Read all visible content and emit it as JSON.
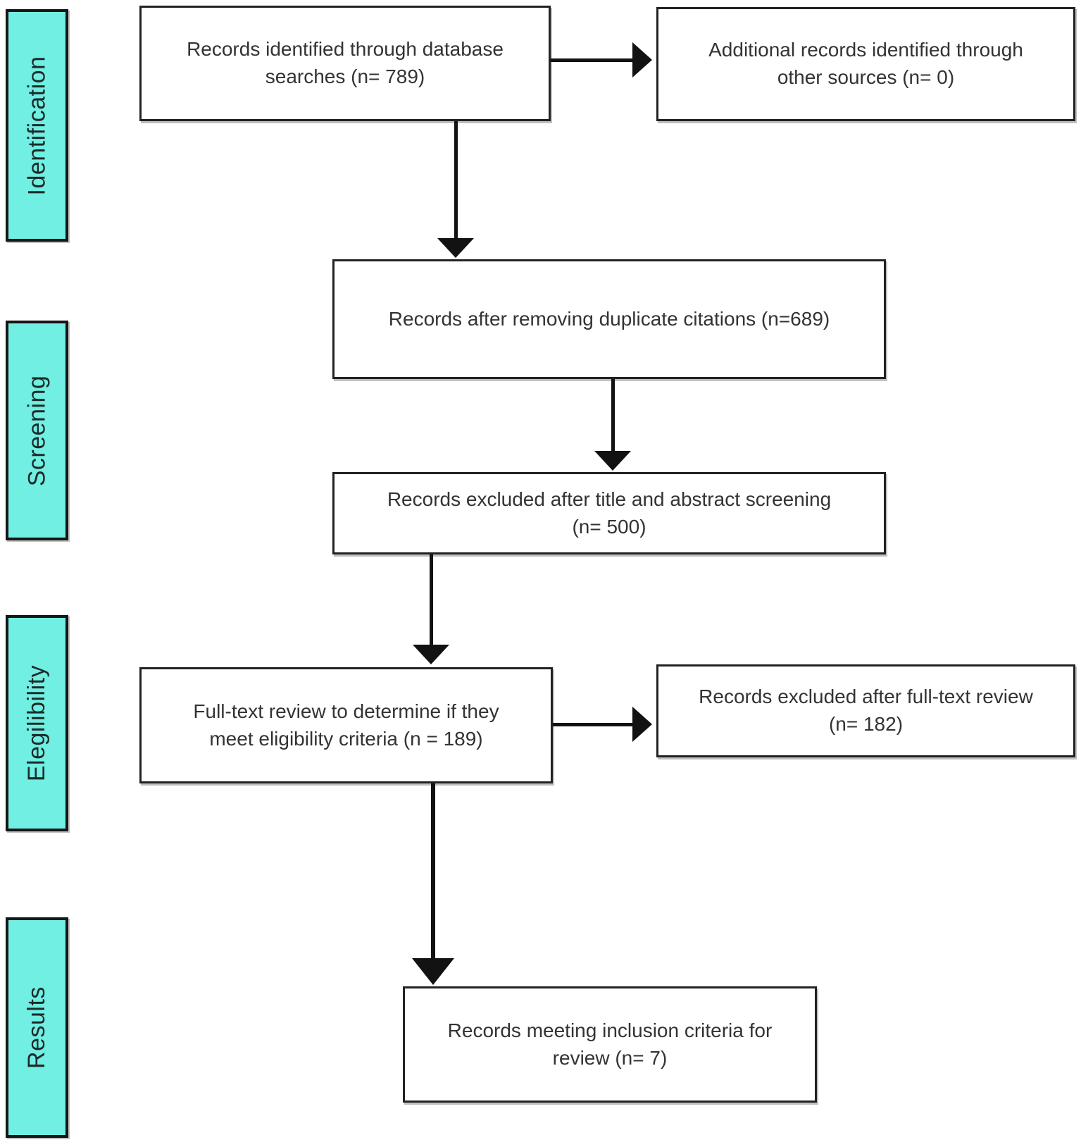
{
  "diagram": {
    "type": "flowchart",
    "subject": "PRISMA-style study selection flow diagram",
    "stages": {
      "identification": "Identification",
      "screening": "Screening",
      "eligibility": "Elegilibility",
      "results": "Results"
    },
    "nodes": {
      "db_search": "Records identified through database\nsearches (n= 789)",
      "other_sources": "Additional records identified through\nother sources (n= 0)",
      "deduplicated": "Records after removing duplicate citations (n=689)",
      "screening_excluded": "Records excluded after title and abstract screening\n(n= 500)",
      "full_text": "Full-text review to determine if they\nmeet eligibility criteria (n = 189)",
      "full_text_excluded": "Records excluded after full-text review\n(n= 182)",
      "included": "Records meeting inclusion criteria for\nreview (n= 7)"
    },
    "counts": {
      "identified": 789,
      "additional_sources": 0,
      "after_deduplication": 689,
      "excluded_title_abstract": 500,
      "full_text_reviewed": 189,
      "excluded_full_text": 182,
      "included_in_review": 7
    },
    "colors": {
      "stage_fill": "#70efe2",
      "node_fill": "#ffffff",
      "border": "#161616",
      "arrow": "#121212",
      "text": "#333333"
    }
  }
}
